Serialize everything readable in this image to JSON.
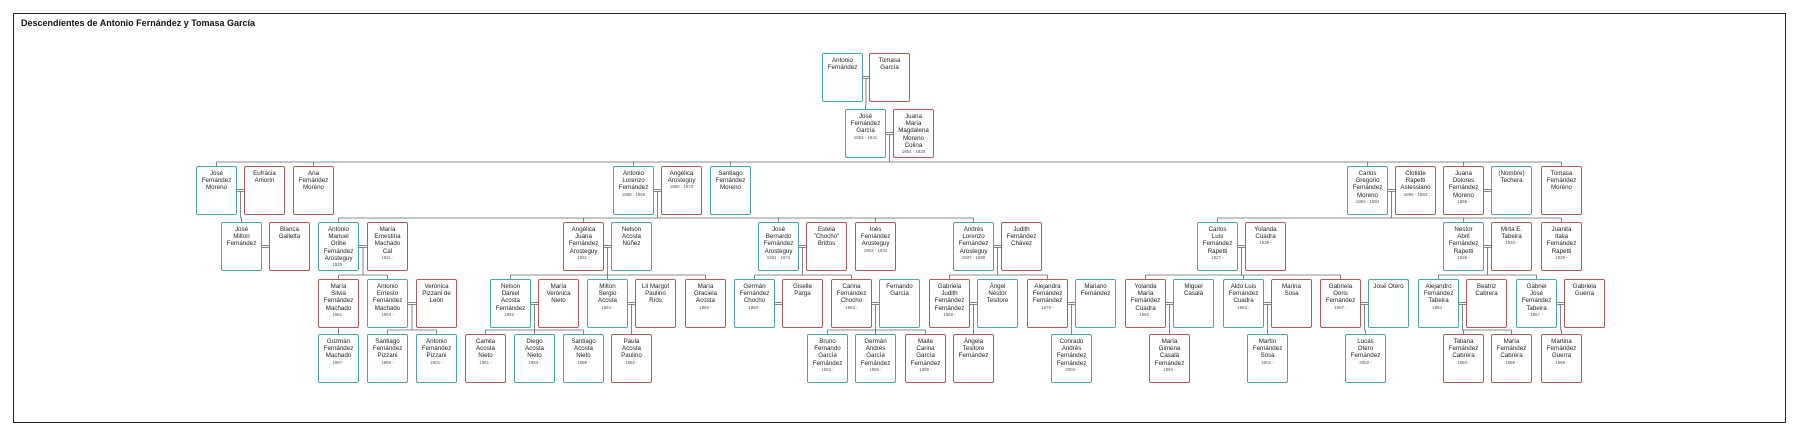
{
  "title": "Descendientes de Antonio Fernández y Tomasa García",
  "people": {
    "antonio": {
      "name": "Antonio\nFernández",
      "years": "",
      "sex": "m"
    },
    "tomasa": {
      "name": "Tomasa\nGarcía",
      "years": "",
      "sex": "f"
    },
    "jose_fg": {
      "name": "José\nFernández\nGarcía",
      "years": "1853 - 1941",
      "sex": "m"
    },
    "juana_mm": {
      "name": "Juana\nMaría\nMagdalena\nMoreno\nColina",
      "years": "1854 - 1920",
      "sex": "f"
    },
    "jose_fm": {
      "name": "José\nFernández\nMoreno",
      "years": "",
      "sex": "m"
    },
    "eufracia": {
      "name": "Eufracia\nAmorín",
      "years": "",
      "sex": "f"
    },
    "ana_fm": {
      "name": "Ana\nFernández\nMoreno",
      "years": "",
      "sex": "f"
    },
    "antonio_lfm": {
      "name": "Antonio\nLorenzo\nFernández",
      "years": "1888 - 1965",
      "sex": "m"
    },
    "angelica_a": {
      "name": "Angélica\nArosteguy",
      "years": "1890 - 1973",
      "sex": "f"
    },
    "santiago_fm": {
      "name": "Santiago\nFernández\nMoreno",
      "years": "",
      "sex": "m"
    },
    "carlos_gfm": {
      "name": "Carlos\nGregorio\nFernández\nMoreno",
      "years": "1892 - 1994",
      "sex": "m"
    },
    "clotilde": {
      "name": "Clotilde\nRapetti\nAstessiano",
      "years": "1895 - 1983",
      "sex": "f"
    },
    "juana_dfm": {
      "name": "Juana\nDolores\nFernández\nMoreno",
      "years": "1898 -",
      "sex": "f"
    },
    "nombre_t": {
      "name": "(Nombre)\nTechera",
      "years": "",
      "sex": "m"
    },
    "tomasa_fm": {
      "name": "Tomasa\nFernández\nMoreno",
      "years": "",
      "sex": "f"
    },
    "jose_mf": {
      "name": "José\nMilton\nFernández",
      "years": "",
      "sex": "m"
    },
    "blanca": {
      "name": "Blanca\nGalletta",
      "years": "",
      "sex": "f"
    },
    "antonio_mofa": {
      "name": "Antonio\nManuel\nOribe\nFernández\nArosteguy",
      "years": "1929 -",
      "sex": "m"
    },
    "maria_emc": {
      "name": "María\nErnestina\nMachado\nCal",
      "years": "1931 -",
      "sex": "f"
    },
    "angelica_jfa": {
      "name": "Angélica\nJuana\nFernández\nArosteguy",
      "years": "1931 -",
      "sex": "f"
    },
    "nelson_an": {
      "name": "Nelson\nAcosta\nNúñez",
      "years": "",
      "sex": "m"
    },
    "jose_bfa": {
      "name": "José\nBernardo\nFernández\nArosteguy",
      "years": "1931 - 1974",
      "sex": "m"
    },
    "estela": {
      "name": "Estela\n\"Chocho\"\nBrittos",
      "years": "",
      "sex": "f"
    },
    "ines_fa": {
      "name": "Inés\nFernández\nArosteguy",
      "years": "1933 - 1934",
      "sex": "f"
    },
    "andres_lfa": {
      "name": "Andrés\nLorenzo\nFernández\nArosteguy",
      "years": "1937 - 1989",
      "sex": "m"
    },
    "judith_fc": {
      "name": "Judith\nFernández\nChávez",
      "years": "",
      "sex": "f"
    },
    "carlos_lfr": {
      "name": "Carlos\nLuis\nFernández\nRapetti",
      "years": "1927 -",
      "sex": "m"
    },
    "yolanda_c": {
      "name": "Yolanda\nCuadra",
      "years": "1939 -",
      "sex": "f"
    },
    "nestor_afr": {
      "name": "Néstor\nAbril\nFernández\nRapetti",
      "years": "1928 -",
      "sex": "m"
    },
    "mirta_t": {
      "name": "Mirta E.\nTabeira",
      "years": "1933 -",
      "sex": "f"
    },
    "juanita_ifr": {
      "name": "Juanita\nItalia\nFernández\nRapetti",
      "years": "1929 -",
      "sex": "f"
    },
    "maria_sfm": {
      "name": "María\nSilvia\nFernández\nMachado",
      "years": "1961 -",
      "sex": "f"
    },
    "antonio_efm": {
      "name": "Antonio\nErnesto\nFernández\nMachado",
      "years": "1964 -",
      "sex": "m"
    },
    "veronica_pl": {
      "name": "Verónica\nPizzani de\nLeón",
      "years": "",
      "sex": "f"
    },
    "nelson_daf": {
      "name": "Nelson\nDaniel\nAcosta\nFernández",
      "years": "1952 -",
      "sex": "m"
    },
    "maria_vn": {
      "name": "María\nVerónica\nNieto",
      "years": "",
      "sex": "f"
    },
    "milton_sa": {
      "name": "Milton\nSergio\nAcosta",
      "years": "1954 -",
      "sex": "m"
    },
    "lil_margot": {
      "name": "Lil Margot\nPaulino\nRíos",
      "years": "",
      "sex": "f"
    },
    "maria_ga": {
      "name": "María\nGraciela\nAcosta",
      "years": "1960 -",
      "sex": "f"
    },
    "german_fc": {
      "name": "Germán\nFernández\nChocho",
      "years": "1960 -",
      "sex": "m"
    },
    "giselle": {
      "name": "Giselle\nParga",
      "years": "",
      "sex": "f"
    },
    "carina_fc": {
      "name": "Carina\nFernández\nChocho",
      "years": "1963 -",
      "sex": "f"
    },
    "fernando_g": {
      "name": "Fernando\nGarcía",
      "years": "",
      "sex": "m"
    },
    "gabriela_jff": {
      "name": "Gabriela\nJudith\nFernández\nFernández",
      "years": "1966 -",
      "sex": "f"
    },
    "angel_nt": {
      "name": "Ángel\nNéstor\nTesitore",
      "years": "",
      "sex": "m"
    },
    "alejandra_ff": {
      "name": "Alejandra\nFernández\nFernández",
      "years": "1970 -",
      "sex": "f"
    },
    "mariano_f": {
      "name": "Mariano\nFernández",
      "years": "",
      "sex": "m"
    },
    "yolanda_mfc": {
      "name": "Yolanda\nMaría\nFernández\nCuadra",
      "years": "1962 -",
      "sex": "f"
    },
    "miguel_c": {
      "name": "Miguel\nCasalá",
      "years": "",
      "sex": "m"
    },
    "aldo_lfc": {
      "name": "Aldo Luis\nFernández\nCuadra",
      "years": "1963 -",
      "sex": "m"
    },
    "marina_s": {
      "name": "Marina\nSosa",
      "years": "",
      "sex": "f"
    },
    "gabriela_of": {
      "name": "Gabriela\nOoris\nFernández",
      "years": "1967 -",
      "sex": "f"
    },
    "jose_o": {
      "name": "José Otero",
      "years": "",
      "sex": "m"
    },
    "alejandro_ft": {
      "name": "Alejandro\nFernández\nTabeira",
      "years": "1954 -",
      "sex": "m"
    },
    "beatriz_c": {
      "name": "Beatriz\nCabrera",
      "years": "",
      "sex": "f"
    },
    "gabriel_jft": {
      "name": "Gabriel\nJosé\nFernández\nTabeira",
      "years": "1957 -",
      "sex": "m"
    },
    "gabriela_g": {
      "name": "Gabriela\nGuerra",
      "years": "",
      "sex": "f"
    },
    "guzman_fm": {
      "name": "Guzmán\nFernández\nMachado",
      "years": "1997 -",
      "sex": "m"
    },
    "santiago_fp": {
      "name": "Santiago\nFernández\nPizzani",
      "years": "1999 -",
      "sex": "m"
    },
    "antonio_fp": {
      "name": "Antonio\nFernández\nPizzani",
      "years": "2001 -",
      "sex": "m"
    },
    "camila_an": {
      "name": "Camila\nAcosta\nNieto",
      "years": "1991 -",
      "sex": "f"
    },
    "diego_an": {
      "name": "Diego\nAcosta\nNieto",
      "years": "1993 -",
      "sex": "m"
    },
    "santiago_an": {
      "name": "Santiago\nAcosta\nNieto",
      "years": "1996 -",
      "sex": "m"
    },
    "paula_ap": {
      "name": "Paula\nAcosta\nPaulino",
      "years": "1992 -",
      "sex": "f"
    },
    "bruno_fgf": {
      "name": "Bruno\nFernando\nGarcía\nFernández",
      "years": "1993 -",
      "sex": "m"
    },
    "german_agf": {
      "name": "Germán\nAndrés\nGarcía\nFernández",
      "years": "1995 -",
      "sex": "m"
    },
    "maite_cgf": {
      "name": "Maite\nCarina\nGarcía\nFernández",
      "years": "1999 -",
      "sex": "f"
    },
    "angela_tf": {
      "name": "Ángela\nTesitore\nFernández",
      "years": "",
      "sex": "f"
    },
    "conrado_aff": {
      "name": "Conrado\nAndrés\nFernández\nFernández",
      "years": "2003 -",
      "sex": "m"
    },
    "maria_gcf": {
      "name": "María\nGimena\nCasalá\nFernández",
      "years": "1994 -",
      "sex": "f"
    },
    "martin_fs": {
      "name": "Martín\nFernández\nSosa",
      "years": "2001 -",
      "sex": "m"
    },
    "lucas_of": {
      "name": "Lucas\nOtero\nFernández",
      "years": "2002 -",
      "sex": "m"
    },
    "tatiana_fc": {
      "name": "Tatiana\nFernández\nCabrera",
      "years": "1993 -",
      "sex": "f"
    },
    "maria_fc": {
      "name": "María\nFernández\nCabrera",
      "years": "1995 -",
      "sex": "f"
    },
    "martina_fg": {
      "name": "Martina\nFernández\nGuerra",
      "years": "1999 -",
      "sex": "f"
    }
  },
  "colors": {
    "male": "#4aa8a4",
    "female": "#b55a5a",
    "line": "#666666"
  }
}
